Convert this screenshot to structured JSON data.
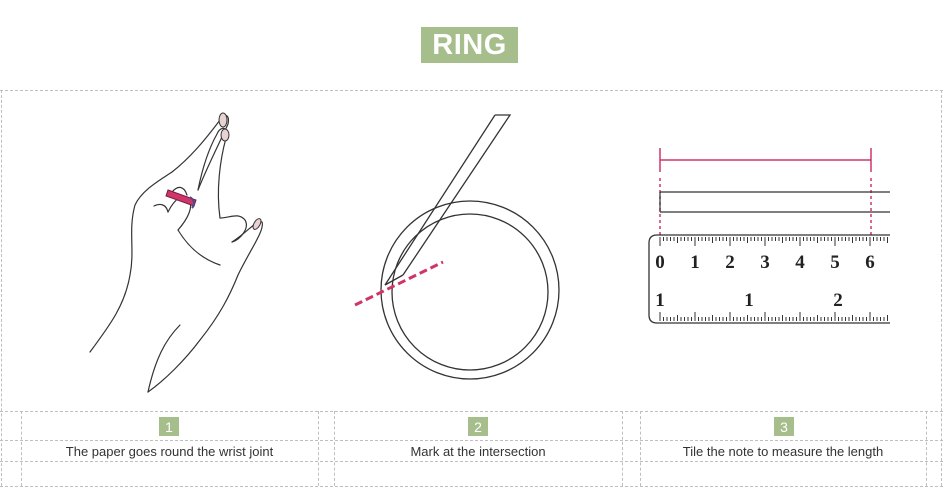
{
  "title": "RING",
  "steps": [
    {
      "number": "1",
      "caption": "The paper goes round the wrist joint"
    },
    {
      "number": "2",
      "caption": "Mark at the intersection"
    },
    {
      "number": "3",
      "caption": "Tile the note to measure the length"
    }
  ],
  "ruler": {
    "top_labels": [
      "0",
      "1",
      "2",
      "3",
      "4",
      "5",
      "6"
    ],
    "bottom_labels": [
      "1",
      "1",
      "2"
    ]
  },
  "colors": {
    "accent": "#a6be8c",
    "marker": "#d0356a",
    "line": "#333333"
  }
}
